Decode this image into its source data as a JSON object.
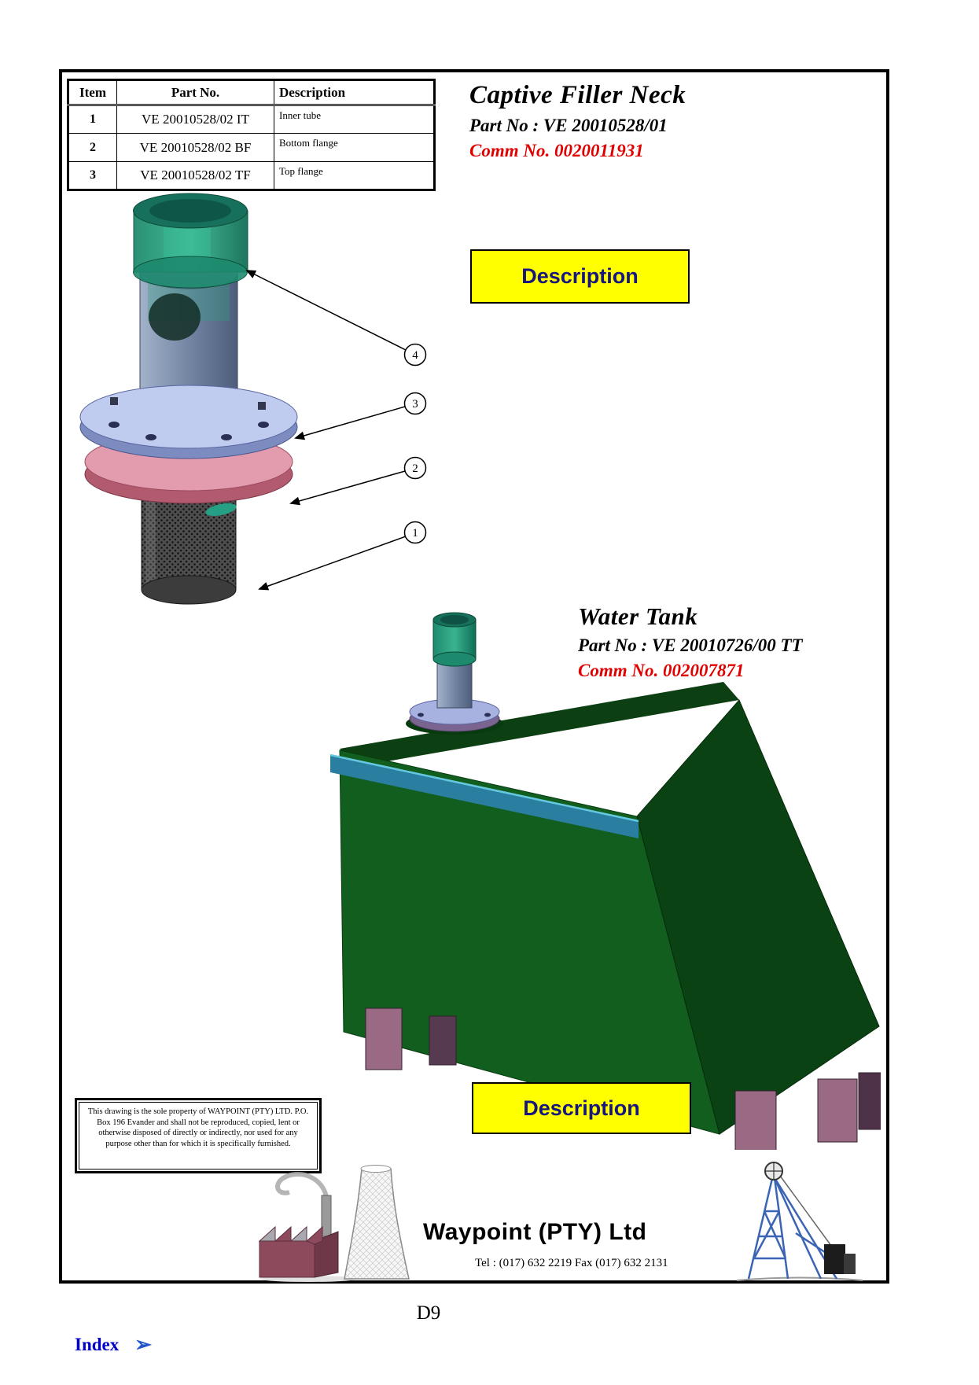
{
  "filler_neck": {
    "title": "Captive Filler Neck",
    "part_no": "Part No : VE 20010528/01",
    "comm_no": "Comm No. 0020011931",
    "description_button": "Description",
    "callouts": [
      "4",
      "3",
      "2",
      "1"
    ]
  },
  "parts_table": {
    "headers": [
      "Item",
      "Part No.",
      "Description"
    ],
    "rows": [
      {
        "item": "1",
        "part_no": "VE 20010528/02 IT",
        "description": "Inner tube"
      },
      {
        "item": "2",
        "part_no": "VE 20010528/02 BF",
        "description": "Bottom flange"
      },
      {
        "item": "3",
        "part_no": "VE 20010528/02 TF",
        "description": "Top flange"
      }
    ]
  },
  "water_tank": {
    "title": "Water Tank",
    "part_no": "Part No :  VE 20010726/00 TT",
    "comm_no": "Comm No. 002007871",
    "description_button": "Description"
  },
  "disclaimer": "This drawing is the sole property of WAYPOINT (PTY) LTD. P.O. Box 196 Evander and shall not be reproduced, copied, lent or otherwise disposed of directly or indirectly, nor used for any purpose other than for which it is specifically furnished.",
  "footer": {
    "company": "Waypoint (PTY) Ltd",
    "contact": "Tel : (017) 632 2219   Fax (017) 632 2131"
  },
  "page": {
    "page_number": "D9",
    "index_label": "Index"
  },
  "icons": {
    "index_arrow": "➢"
  },
  "colors": {
    "highlight_yellow": "#FFFF00",
    "comm_red": "#E00000",
    "index_blue": "#0000C8"
  }
}
